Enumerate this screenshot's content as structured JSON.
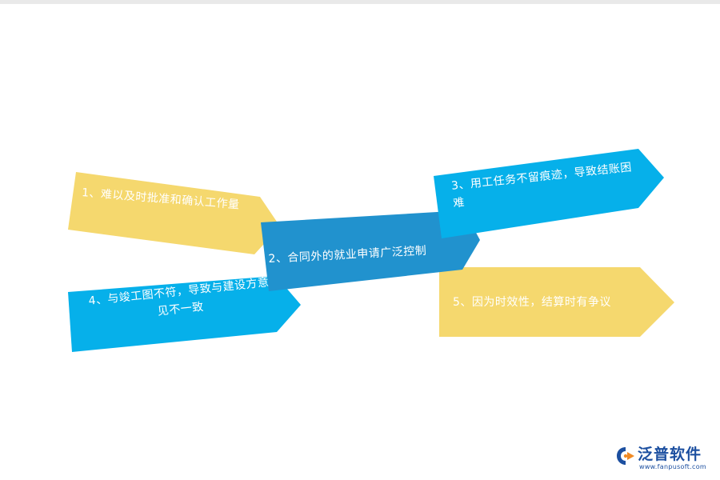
{
  "colors": {
    "yellow": "#f5d86e",
    "cyan": "#06b0ea",
    "blue": "#2192ce",
    "text": "#ffffff",
    "logo": "#1c4fa0",
    "logo_accent": "#f08a24"
  },
  "items": [
    {
      "id": "1",
      "text": "1、难以及时批准和确认工作量",
      "color": "yellow"
    },
    {
      "id": "2",
      "text": "2、合同外的就业申请广泛控制",
      "color": "blue"
    },
    {
      "id": "3",
      "text": "3、用工任务不留痕迹，导致结账困难",
      "color": "cyan"
    },
    {
      "id": "4",
      "text": "4、与竣工图不符，导致与建设方意见不一致",
      "color": "cyan"
    },
    {
      "id": "5",
      "text": "5、因为时效性，结算时有争议",
      "color": "yellow"
    }
  ],
  "logo": {
    "name": "泛普软件",
    "url": "www.fanpusoft.com",
    "icon": "fanpu-logo-icon"
  }
}
